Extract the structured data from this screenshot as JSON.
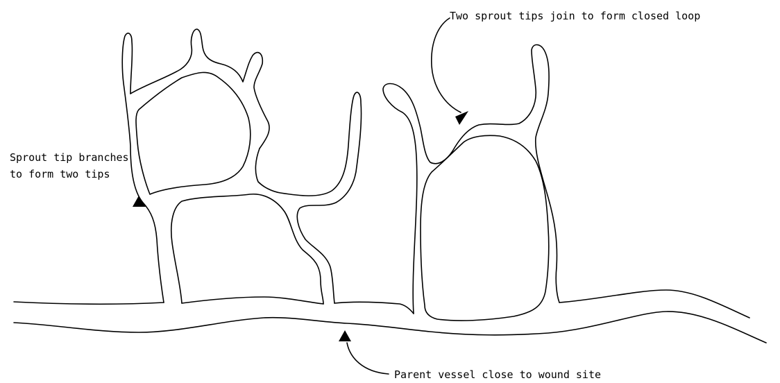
{
  "annotations": {
    "loop": "Two sprout tips join to form closed loop",
    "branch_line1": "Sprout tip branches",
    "branch_line2": "to form two tips",
    "parent": "Parent vessel close to wound site"
  },
  "colors": {
    "ink": "#000000",
    "background": "#ffffff"
  }
}
